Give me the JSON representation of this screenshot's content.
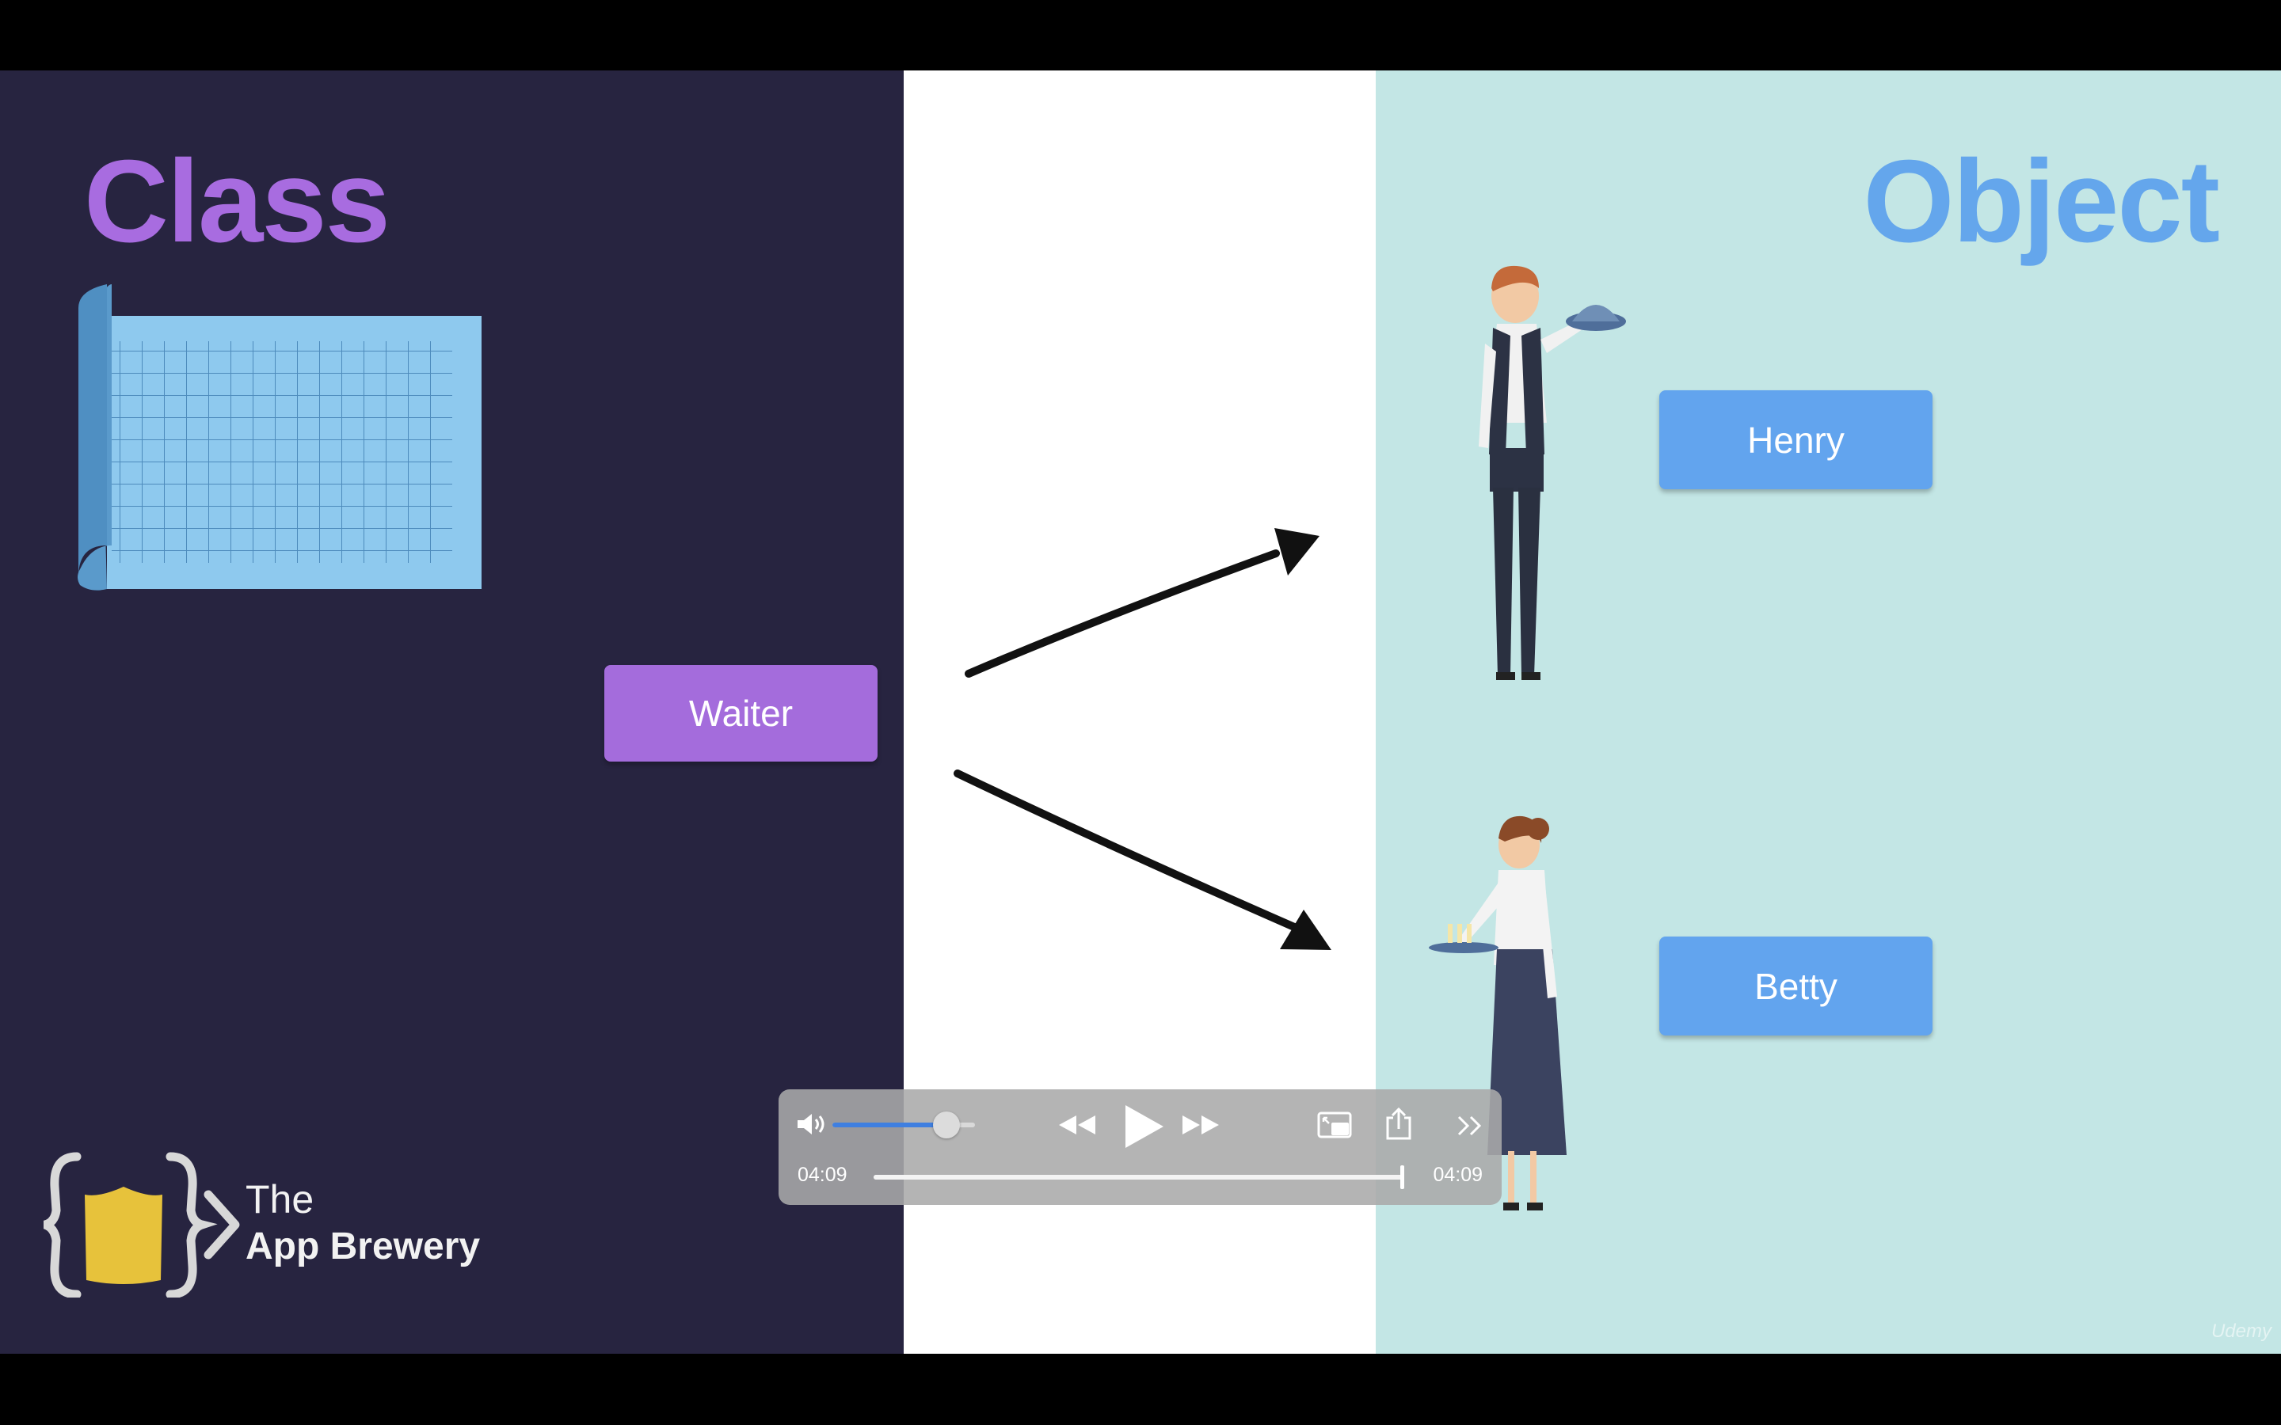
{
  "slide": {
    "title_left": "Class",
    "title_right": "Object",
    "class_label": "Waiter",
    "objects": [
      {
        "label": "Henry"
      },
      {
        "label": "Betty"
      }
    ],
    "brand": {
      "line1": "The",
      "line2": "App Brewery"
    },
    "watermark": "Udemy"
  },
  "player": {
    "current_time": "04:09",
    "total_time": "04:09",
    "volume_fraction": 0.8,
    "progress_fraction": 1.0,
    "icons": [
      "speaker-icon",
      "rewind-icon",
      "play-icon",
      "fast-forward-icon",
      "picture-in-picture-icon",
      "share-icon",
      "more-icon"
    ]
  },
  "colors": {
    "left_bg": "#272440",
    "right_bg": "#c3e6e5",
    "class_purple": "#a86ce0",
    "object_blue": "#64a6ec",
    "volume_blue": "#3f7fe0"
  }
}
